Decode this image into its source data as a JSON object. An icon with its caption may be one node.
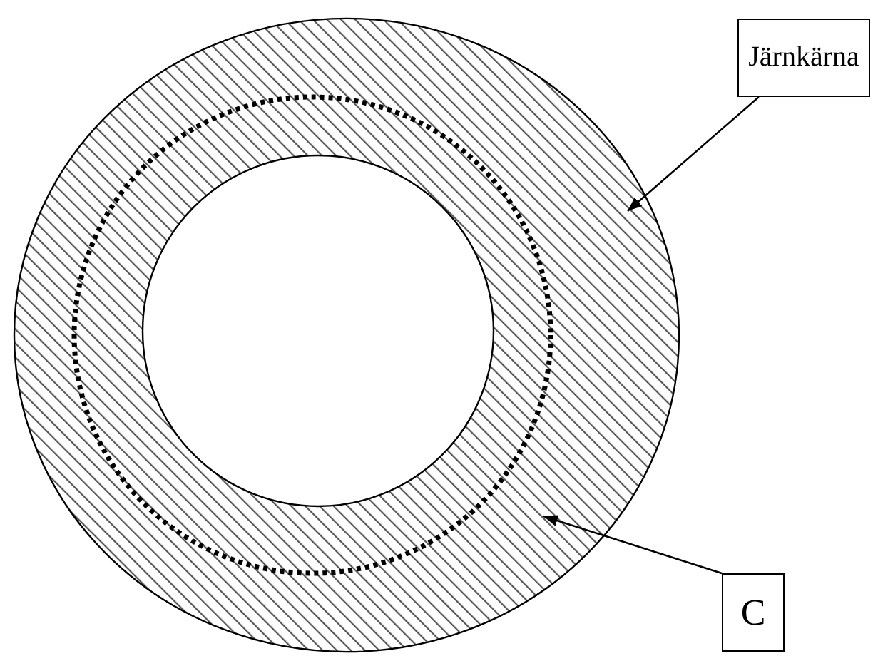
{
  "diagram": {
    "nodes": [
      {
        "text": [],
        "shape": "circle"
      },
      {
        "text": [],
        "shape": "circle",
        "in": 0
      },
      {
        "text": [
          "Järnkärna"
        ]
      },
      {
        "text": [
          "C"
        ]
      }
    ],
    "edges": [
      {
        "from": 2,
        "to": 0,
        "arrow": "to"
      },
      {
        "from": 3,
        "to": 1,
        "arrow": "to"
      }
    ]
  }
}
